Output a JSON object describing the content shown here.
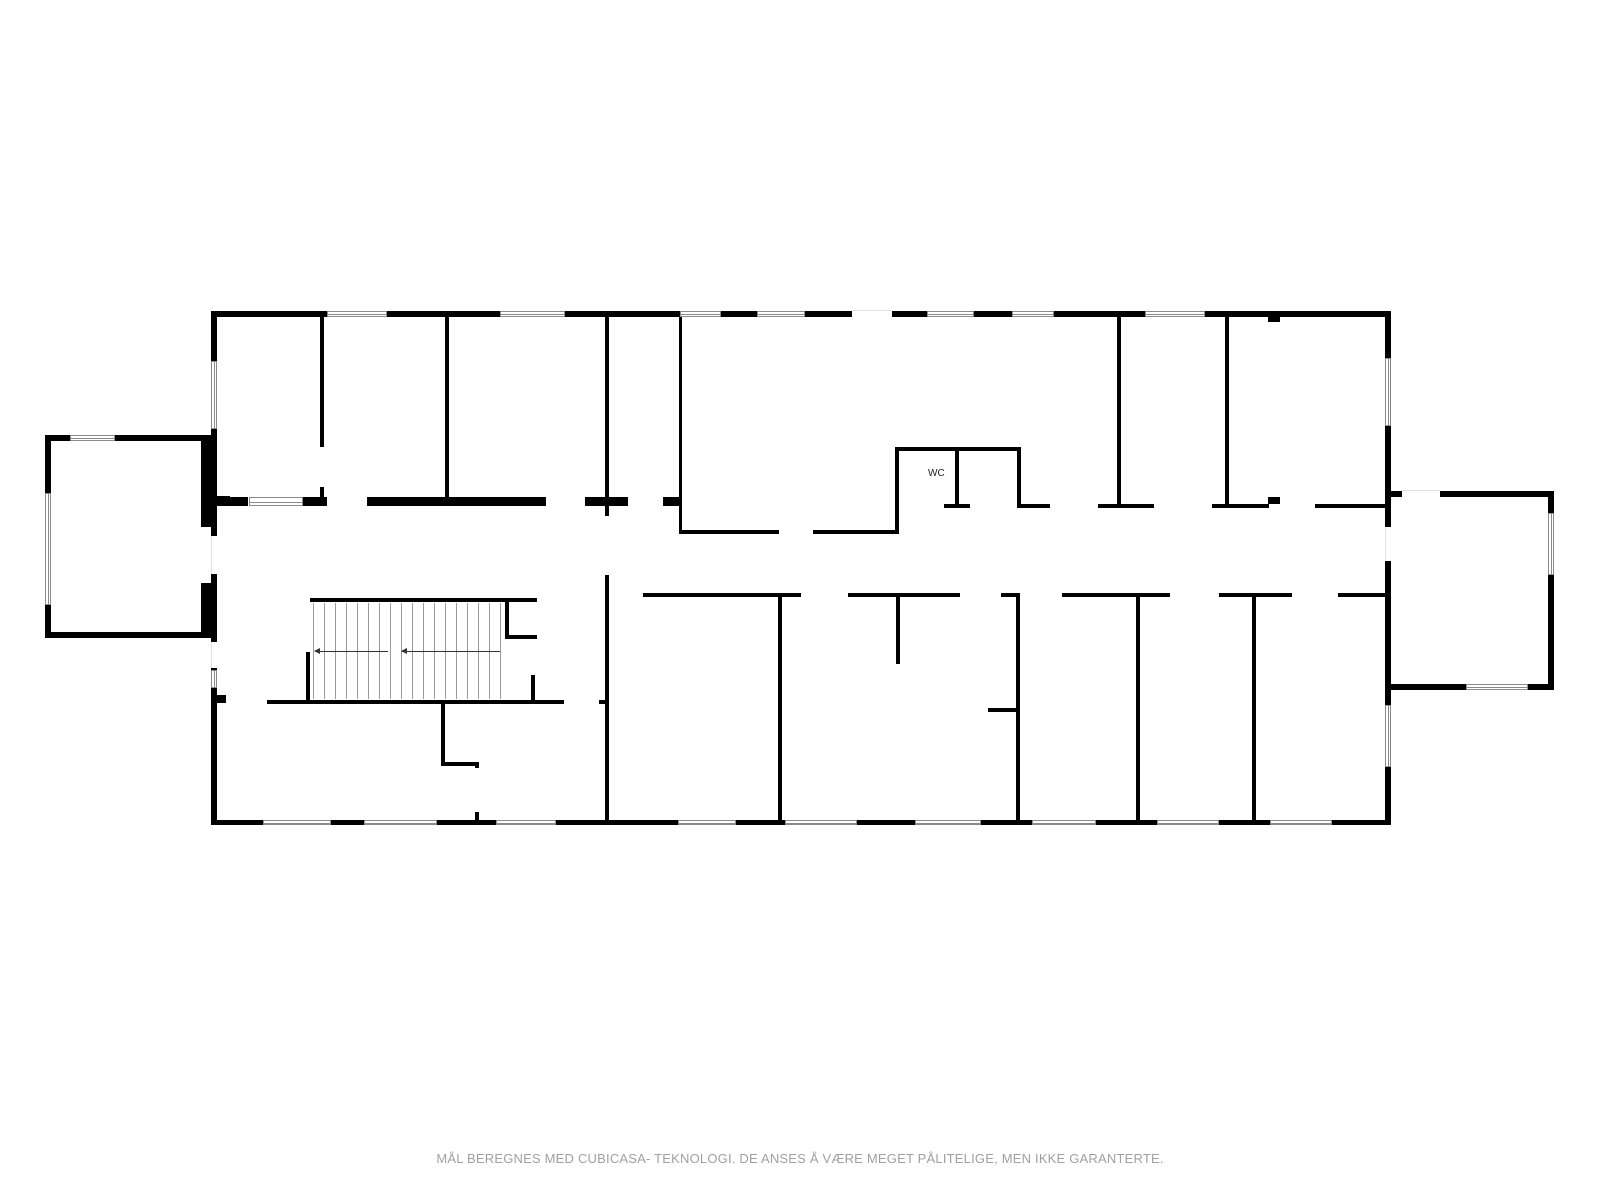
{
  "floorplan": {
    "room_labels": {
      "wc": "WC"
    },
    "stairs": {
      "direction": "left",
      "step_count": 18
    },
    "colors": {
      "wall": "#000000",
      "window": "#8a8a8a",
      "background": "#ffffff",
      "disclaimer": "#a0a0a0"
    }
  },
  "footer": {
    "disclaimer": "MÅL BEREGNES MED CUBICASA- TEKNOLOGI. DE ANSES Å VÆRE MEGET PÅLITELIGE, MEN IKKE GARANTERTE."
  }
}
